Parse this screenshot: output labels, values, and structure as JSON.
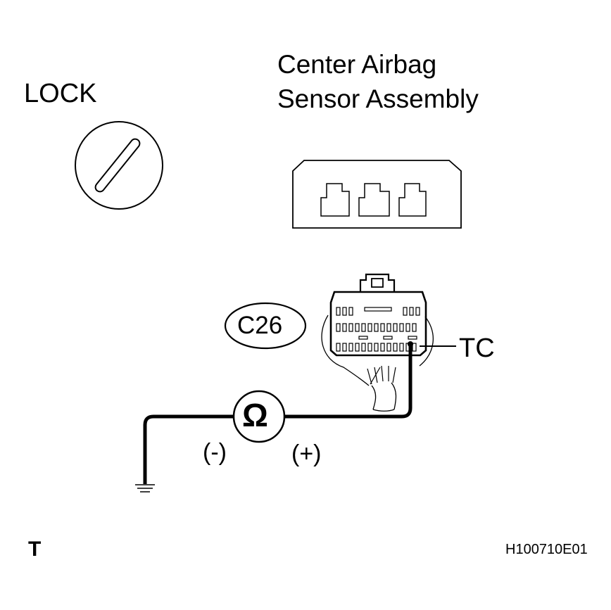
{
  "diagram": {
    "lock_label": "LOCK",
    "component_title_line1": "Center Airbag",
    "component_title_line2": "Sensor Assembly",
    "connector_code": "C26",
    "terminal_label": "TC",
    "ohmmeter_symbol": "Ω",
    "negative_probe_label": "(-)",
    "positive_probe_label": "(+)",
    "corner_mark": "T",
    "figure_code": "H100710E01"
  },
  "icons": {
    "ignition": "ignition-key-lock-icon",
    "meter": "ohmmeter-icon",
    "ground": "ground-symbol-icon"
  },
  "colors": {
    "line": "#000000",
    "background": "#ffffff"
  }
}
